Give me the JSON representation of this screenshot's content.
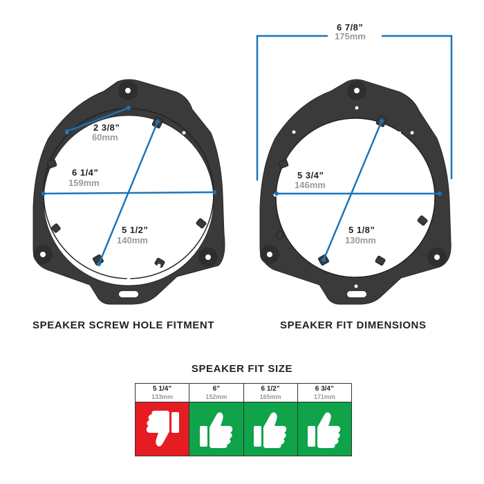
{
  "diagrams": {
    "left_caption": "SPEAKER SCREW HOLE FITMENT",
    "right_caption": "SPEAKER FIT DIMENSIONS",
    "left_labels": [
      {
        "inch": "2 3/8”",
        "mm": "60mm"
      },
      {
        "inch": "6 1/4”",
        "mm": "159mm"
      },
      {
        "inch": "5 1/2”",
        "mm": "140mm"
      }
    ],
    "right_labels": [
      {
        "inch": "6 7/8”",
        "mm": "175mm"
      },
      {
        "inch": "5 3/4”",
        "mm": "146mm"
      },
      {
        "inch": "5 1/8”",
        "mm": "130mm"
      }
    ]
  },
  "fit_size": {
    "title": "SPEAKER FIT SIZE",
    "sizes": [
      {
        "inch": "5 1/4”",
        "mm": "133mm",
        "fits": false
      },
      {
        "inch": "6”",
        "mm": "152mm",
        "fits": true
      },
      {
        "inch": "6 1/2”",
        "mm": "165mm",
        "fits": true
      },
      {
        "inch": "6 3/4”",
        "mm": "171mm",
        "fits": true
      }
    ]
  },
  "colors": {
    "bracket": "#3a3a3a",
    "dimension_line": "#1a75bb",
    "fits": "#0fa34a",
    "no_fit": "#e51d22"
  },
  "icons": {
    "fits": "thumbs-up-icon",
    "no_fit": "thumbs-down-icon"
  }
}
